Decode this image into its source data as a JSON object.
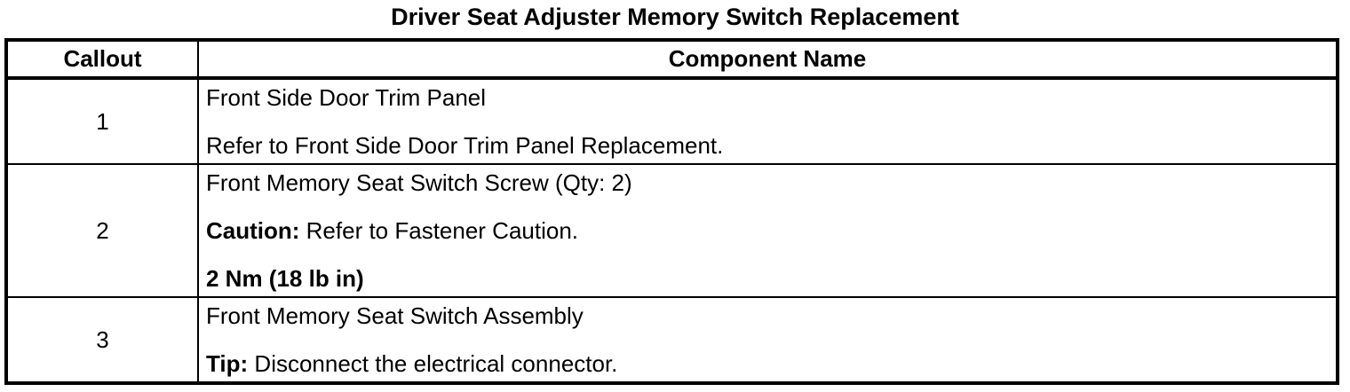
{
  "title": "Driver Seat Adjuster Memory Switch Replacement",
  "table": {
    "columns": {
      "callout": "Callout",
      "component": "Component Name"
    },
    "rows": [
      {
        "callout": "1",
        "paragraphs": [
          {
            "prefix": "",
            "text": "Front Side Door Trim Panel"
          },
          {
            "prefix": "",
            "text": "Refer to Front Side Door Trim Panel Replacement."
          }
        ]
      },
      {
        "callout": "2",
        "paragraphs": [
          {
            "prefix": "",
            "text": "Front Memory Seat Switch Screw (Qty: 2)"
          },
          {
            "prefix": "Caution:",
            "text": " Refer to Fastener Caution."
          },
          {
            "prefix": "2 Nm (18 lb in)",
            "text": ""
          }
        ]
      },
      {
        "callout": "3",
        "paragraphs": [
          {
            "prefix": "",
            "text": "Front Memory Seat Switch Assembly"
          },
          {
            "prefix": "Tip:",
            "text": " Disconnect the electrical connector."
          }
        ]
      }
    ]
  },
  "colors": {
    "text": "#000000",
    "background": "#ffffff",
    "border": "#000000"
  }
}
